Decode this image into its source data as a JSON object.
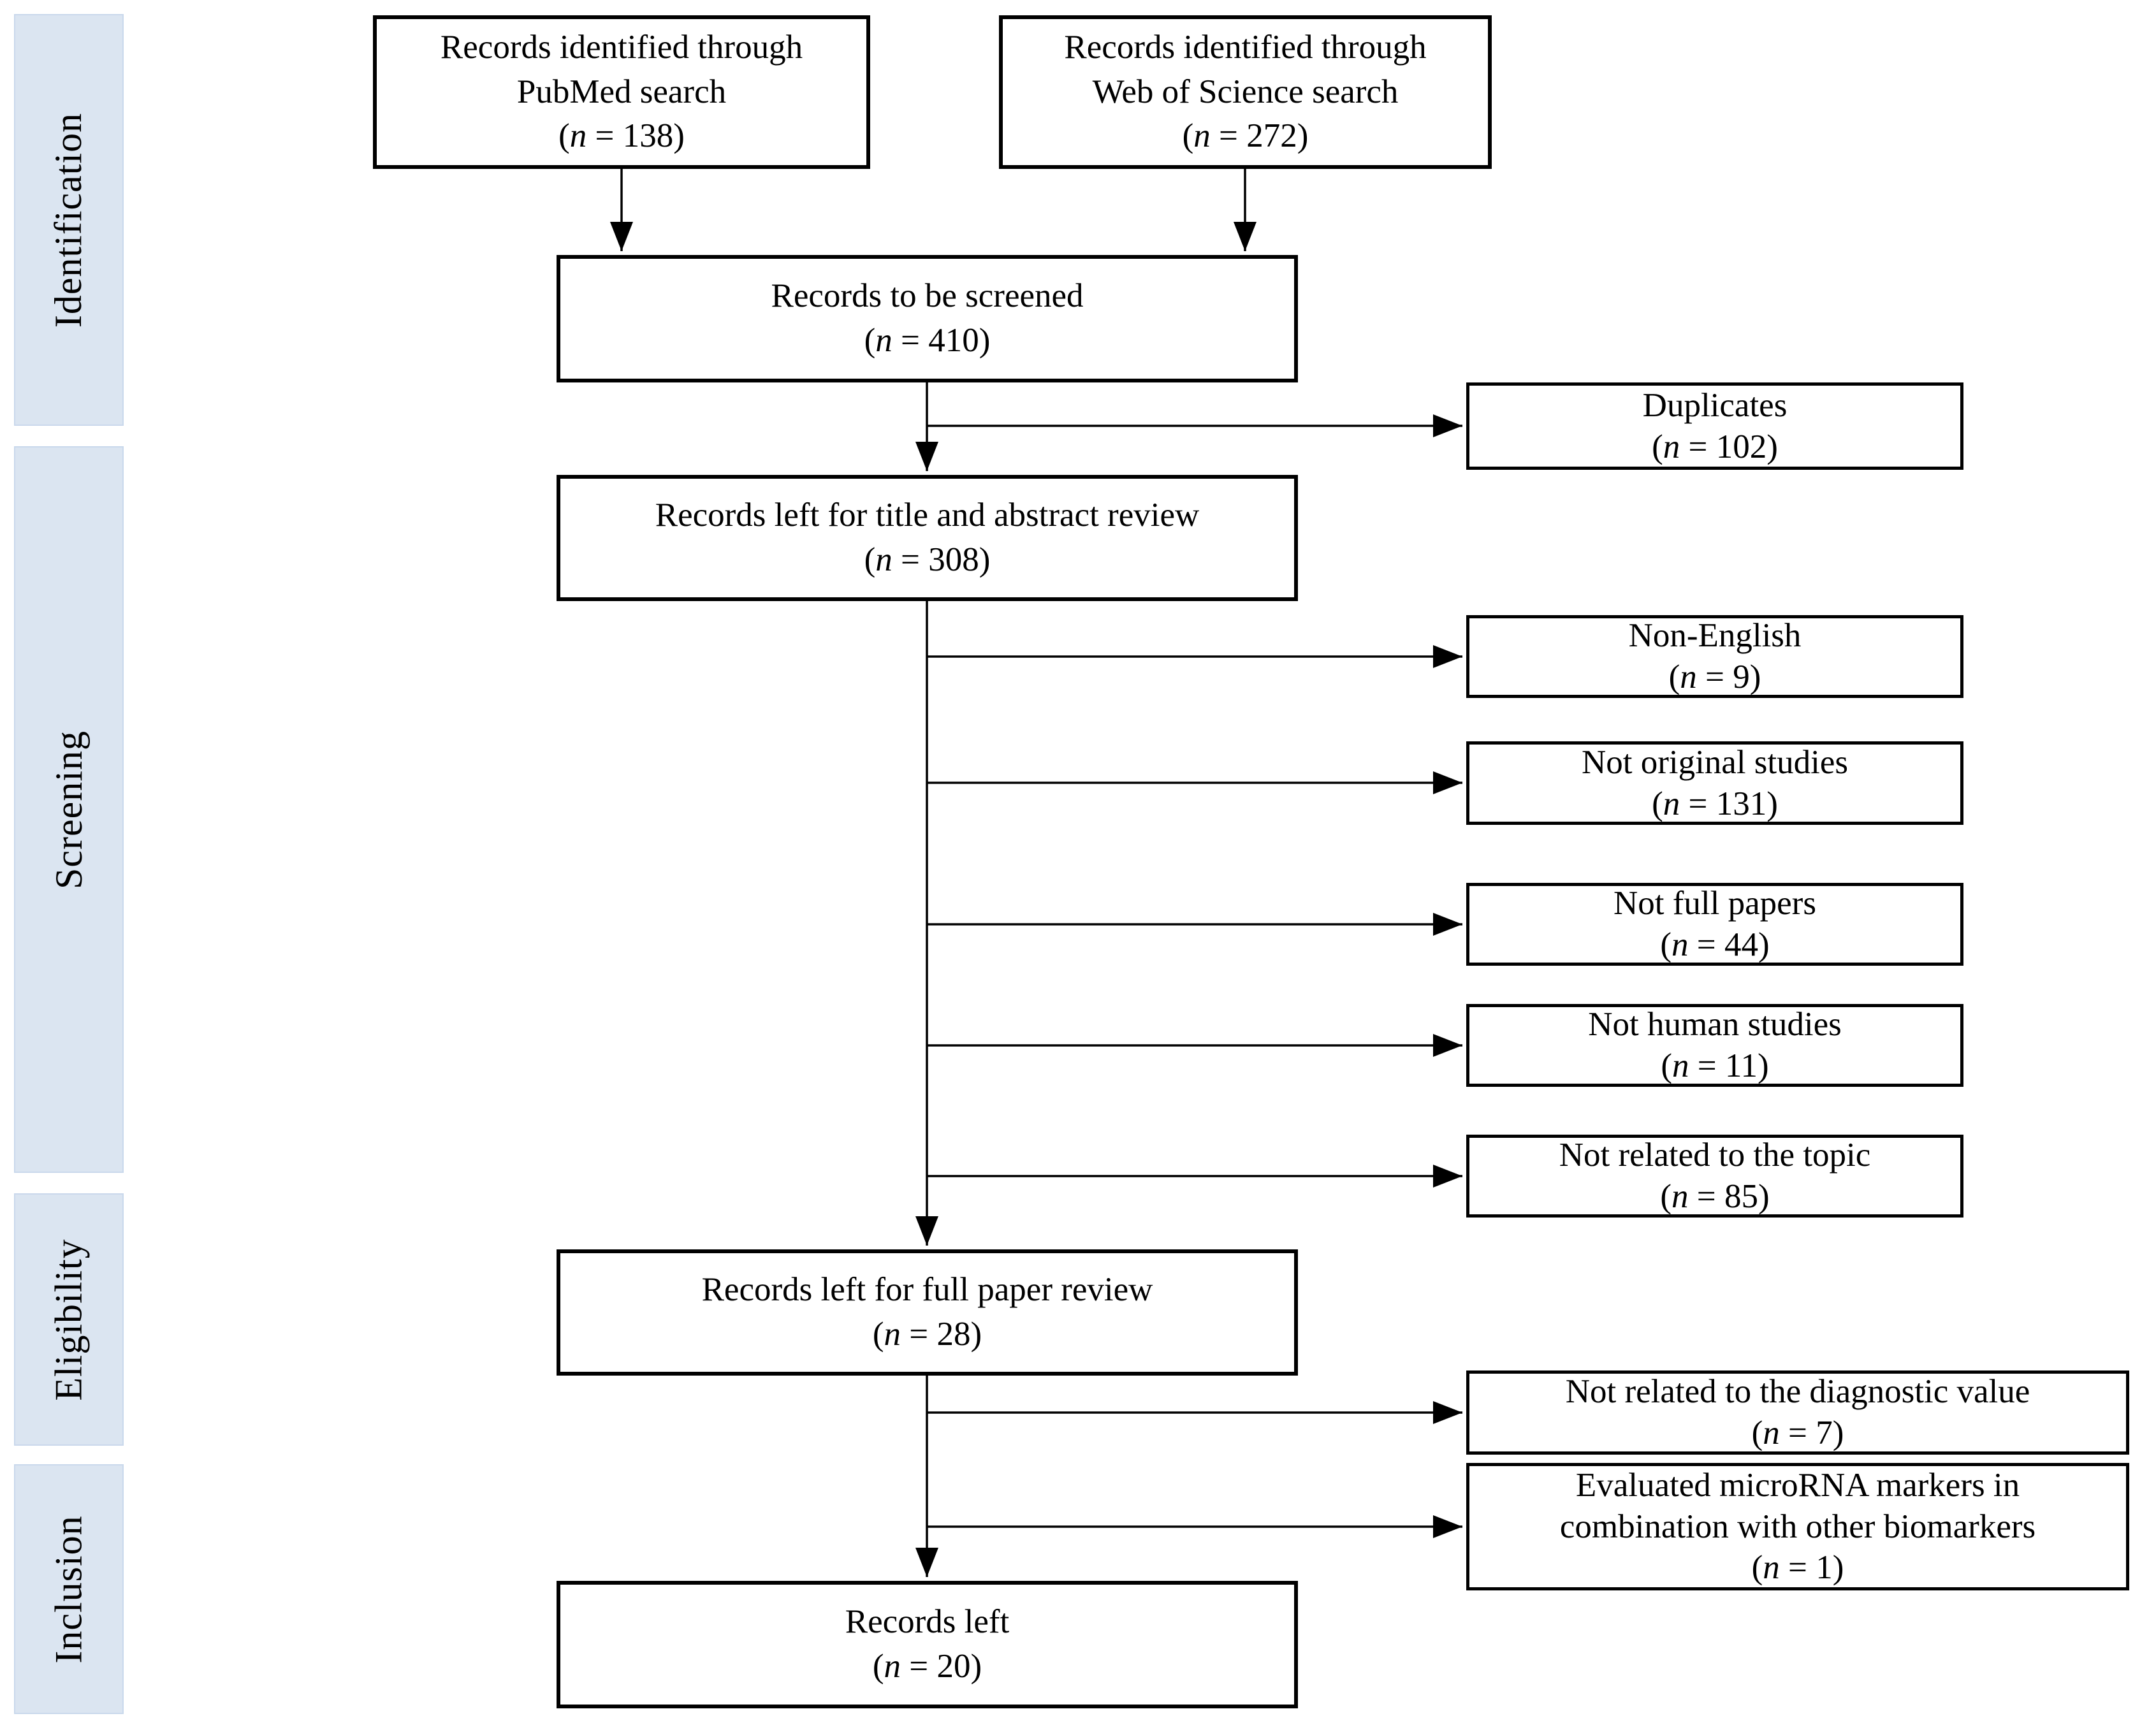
{
  "notation": {
    "open": "(",
    "var": "n",
    "eq": " = ",
    "close": ")"
  },
  "sidebar": {
    "stages": [
      {
        "label": "Identification"
      },
      {
        "label": "Screening"
      },
      {
        "label": "Eligibility"
      },
      {
        "label": "Inclusion"
      }
    ]
  },
  "flow": {
    "pubmed": {
      "label": "Records identified through\nPubMed search",
      "n": "138"
    },
    "wos": {
      "label": "Records identified through\nWeb of Science search",
      "n": "272"
    },
    "screened": {
      "label": "Records to be screened",
      "n": "410"
    },
    "title_abstract": {
      "label": "Records left for title and abstract review",
      "n": "308"
    },
    "full_paper": {
      "label": "Records left for full paper review",
      "n": "28"
    },
    "records_left": {
      "label": "Records left",
      "n": "20"
    },
    "duplicates": {
      "label": "Duplicates",
      "n": "102"
    },
    "non_english": {
      "label": "Non-English",
      "n": "9"
    },
    "not_original": {
      "label": "Not original studies",
      "n": "131"
    },
    "not_full": {
      "label": "Not full papers",
      "n": "44"
    },
    "not_human": {
      "label": "Not human studies",
      "n": "11"
    },
    "not_topic": {
      "label": "Not related to the topic",
      "n": "85"
    },
    "not_diagnostic": {
      "label": "Not related to the diagnostic value",
      "n": "7"
    },
    "microrna_combo": {
      "label": "Evaluated microRNA markers in\ncombination with other biomarkers",
      "n": "1"
    }
  },
  "colors": {
    "stage_fill": "#dbe5f1",
    "stage_border": "#c9d8ec",
    "box_border": "#000000",
    "line": "#000000"
  }
}
